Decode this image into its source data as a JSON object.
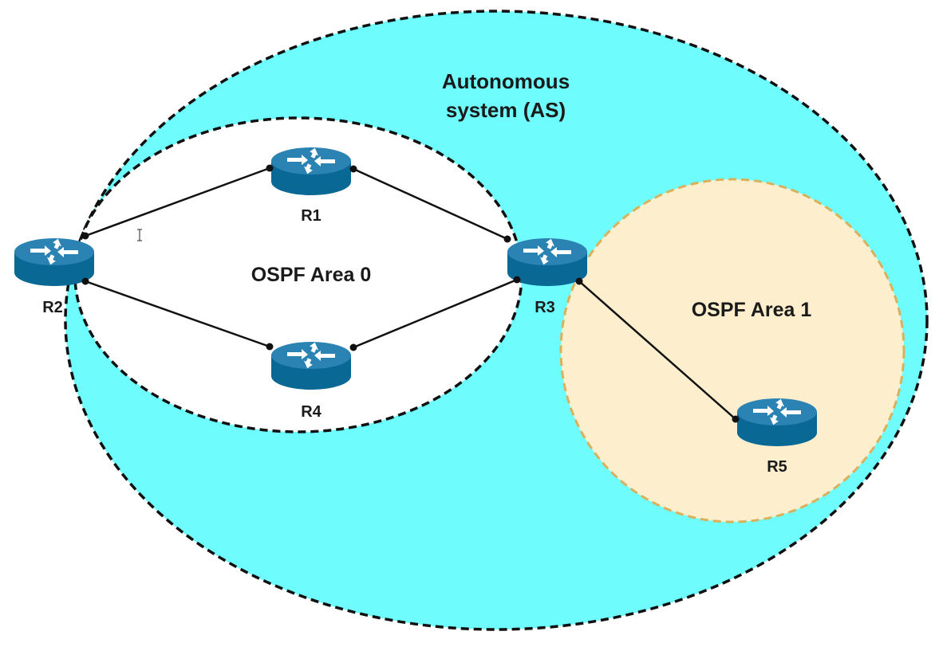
{
  "colors": {
    "background": "#ffffff",
    "as_fill": "#6ffcfc",
    "area0_fill": "#ffffff",
    "area1_fill": "#fdefcd",
    "area1_border": "#d9b15c",
    "router_body": "#0a6894",
    "router_top": "#2b83b3",
    "link": "#111111"
  },
  "areas": {
    "as_label_line1": "Autonomous",
    "as_label_line2": "system (AS)",
    "area0_label": "OSPF Area 0",
    "area1_label": "OSPF Area 1"
  },
  "routers": {
    "r1": {
      "label": "R1",
      "icon": "router-icon"
    },
    "r2": {
      "label": "R2",
      "icon": "router-icon"
    },
    "r3": {
      "label": "R3",
      "icon": "router-icon"
    },
    "r4": {
      "label": "R4",
      "icon": "router-icon"
    },
    "r5": {
      "label": "R5",
      "icon": "router-icon"
    }
  },
  "links": [
    {
      "from": "R2",
      "to": "R1"
    },
    {
      "from": "R2",
      "to": "R4"
    },
    {
      "from": "R1",
      "to": "R3"
    },
    {
      "from": "R4",
      "to": "R3"
    },
    {
      "from": "R3",
      "to": "R5"
    }
  ],
  "cursor": "text-cursor-icon"
}
